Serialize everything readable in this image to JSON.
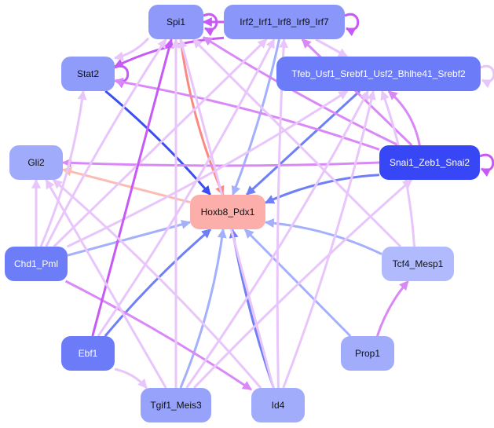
{
  "title": "Gene regulatory network",
  "colors": {
    "background": "#ffffff",
    "edge_strong_blue": "#3b4ef0",
    "edge_blue": "#6e7ff7",
    "edge_light_blue": "#a4b0fb",
    "edge_purple": "#c75af5",
    "edge_violet": "#d989f7",
    "edge_lavender": "#e8c6fb",
    "edge_salmon": "#fa8a80",
    "edge_peach": "#fcbcb4"
  },
  "nodes": [
    {
      "id": "spi1",
      "label": "Spi1",
      "fill": "#8f99f9",
      "text": "#111111"
    },
    {
      "id": "irf",
      "label": "Irf2_Irf1_Irf8_Irf9_Irf7",
      "fill": "#8a96fa",
      "text": "#111111"
    },
    {
      "id": "stat2",
      "label": "Stat2",
      "fill": "#909cf9",
      "text": "#111111"
    },
    {
      "id": "tfeb",
      "label": "Tfeb_Usf1_Srebf1_Usf2_Bhlhe41_Srebf2",
      "fill": "#6c7cf8",
      "text": "#ffffff"
    },
    {
      "id": "gli2",
      "label": "Gli2",
      "fill": "#a0abfb",
      "text": "#111111"
    },
    {
      "id": "snai",
      "label": "Snai1_Zeb1_Snai2",
      "fill": "#3847f5",
      "text": "#ffffff"
    },
    {
      "id": "hoxb8",
      "label": "Hoxb8_Pdx1",
      "fill": "#fcaeab",
      "text": "#111111"
    },
    {
      "id": "chd1",
      "label": "Chd1_Pml",
      "fill": "#6c7df7",
      "text": "#ffffff"
    },
    {
      "id": "tcf4",
      "label": "Tcf4_Mesp1",
      "fill": "#b1bafc",
      "text": "#111111"
    },
    {
      "id": "ebf1",
      "label": "Ebf1",
      "fill": "#6c7cf8",
      "text": "#ffffff"
    },
    {
      "id": "prop1",
      "label": "Prop1",
      "fill": "#a1acfb",
      "text": "#111111"
    },
    {
      "id": "tgif1",
      "label": "Tgif1_Meis3",
      "fill": "#97a2fa",
      "text": "#111111"
    },
    {
      "id": "id4",
      "label": "Id4",
      "fill": "#a1acfb",
      "text": "#111111"
    }
  ],
  "edges": [
    {
      "from": "spi1",
      "to": "hoxb8",
      "color": "salmon"
    },
    {
      "from": "stat2",
      "to": "hoxb8",
      "color": "strong_blue"
    },
    {
      "from": "tfeb",
      "to": "hoxb8",
      "color": "blue"
    },
    {
      "from": "snai",
      "to": "hoxb8",
      "color": "blue"
    },
    {
      "from": "irf",
      "to": "hoxb8",
      "color": "light_blue"
    },
    {
      "from": "chd1",
      "to": "hoxb8",
      "color": "light_blue"
    },
    {
      "from": "tcf4",
      "to": "hoxb8",
      "color": "light_blue"
    },
    {
      "from": "ebf1",
      "to": "hoxb8",
      "color": "blue"
    },
    {
      "from": "prop1",
      "to": "hoxb8",
      "color": "light_blue"
    },
    {
      "from": "tgif1",
      "to": "hoxb8",
      "color": "light_blue"
    },
    {
      "from": "id4",
      "to": "hoxb8",
      "color": "blue"
    },
    {
      "from": "hoxb8",
      "to": "gli2",
      "color": "peach"
    },
    {
      "from": "spi1",
      "to": "spi1",
      "color": "purple"
    },
    {
      "from": "irf",
      "to": "irf",
      "color": "purple"
    },
    {
      "from": "stat2",
      "to": "stat2",
      "color": "purple"
    },
    {
      "from": "tfeb",
      "to": "tfeb",
      "color": "lavender"
    },
    {
      "from": "snai",
      "to": "snai",
      "color": "purple"
    },
    {
      "from": "irf",
      "to": "spi1",
      "color": "purple"
    },
    {
      "from": "irf",
      "to": "stat2",
      "color": "purple"
    },
    {
      "from": "spi1",
      "to": "stat2",
      "color": "lavender"
    },
    {
      "from": "irf",
      "to": "tfeb",
      "color": "lavender"
    },
    {
      "from": "snai",
      "to": "stat2",
      "color": "violet"
    },
    {
      "from": "snai",
      "to": "spi1",
      "color": "violet"
    },
    {
      "from": "snai",
      "to": "irf",
      "color": "violet"
    },
    {
      "from": "snai",
      "to": "tfeb",
      "color": "violet"
    },
    {
      "from": "snai",
      "to": "gli2",
      "color": "violet"
    },
    {
      "from": "tcf4",
      "to": "spi1",
      "color": "lavender"
    },
    {
      "from": "tcf4",
      "to": "tfeb",
      "color": "lavender"
    },
    {
      "from": "prop1",
      "to": "tcf4",
      "color": "violet"
    },
    {
      "from": "chd1",
      "to": "gli2",
      "color": "lavender"
    },
    {
      "from": "chd1",
      "to": "stat2",
      "color": "lavender"
    },
    {
      "from": "chd1",
      "to": "spi1",
      "color": "lavender"
    },
    {
      "from": "chd1",
      "to": "irf",
      "color": "lavender"
    },
    {
      "from": "chd1",
      "to": "tfeb",
      "color": "lavender"
    },
    {
      "from": "chd1",
      "to": "id4",
      "color": "violet"
    },
    {
      "from": "ebf1",
      "to": "spi1",
      "color": "purple"
    },
    {
      "from": "ebf1",
      "to": "irf",
      "color": "lavender"
    },
    {
      "from": "ebf1",
      "to": "tgif1",
      "color": "lavender"
    },
    {
      "from": "tgif1",
      "to": "spi1",
      "color": "lavender"
    },
    {
      "from": "tgif1",
      "to": "tfeb",
      "color": "lavender"
    },
    {
      "from": "tgif1",
      "to": "snai",
      "color": "lavender"
    },
    {
      "from": "tgif1",
      "to": "gli2",
      "color": "lavender"
    },
    {
      "from": "id4",
      "to": "tfeb",
      "color": "lavender"
    },
    {
      "from": "id4",
      "to": "irf",
      "color": "lavender"
    },
    {
      "from": "id4",
      "to": "spi1",
      "color": "lavender"
    },
    {
      "from": "id4",
      "to": "gli2",
      "color": "lavender"
    }
  ]
}
